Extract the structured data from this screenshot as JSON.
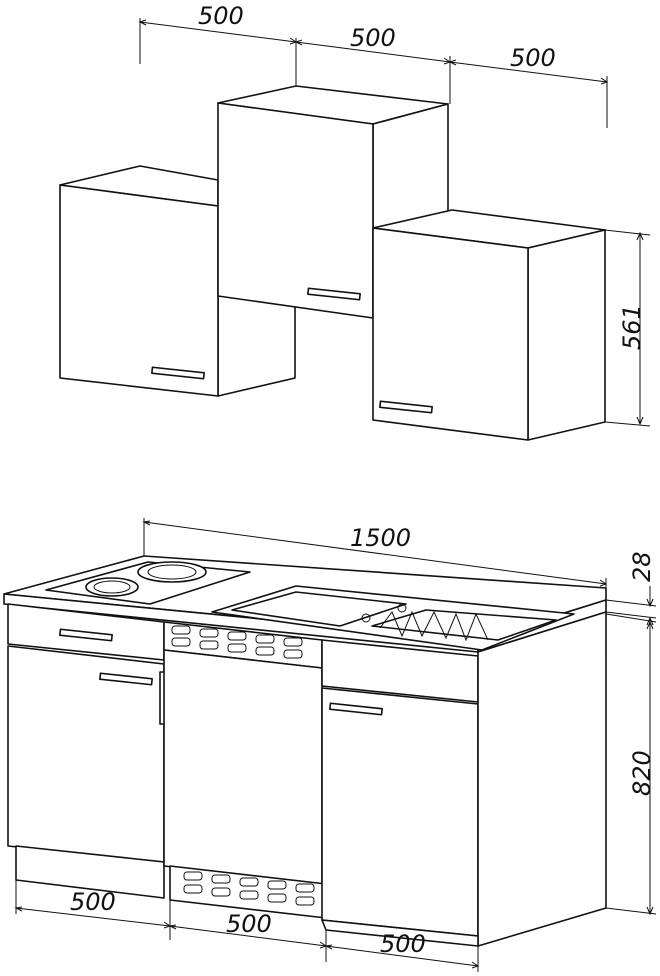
{
  "dimensions": {
    "upper_width_1": "500",
    "upper_width_2": "500",
    "upper_width_3": "500",
    "upper_height": "561",
    "total_width": "1500",
    "worktop_thickness": "28",
    "base_height": "820",
    "base_width_1": "500",
    "base_width_2": "500",
    "base_width_3": "500"
  }
}
